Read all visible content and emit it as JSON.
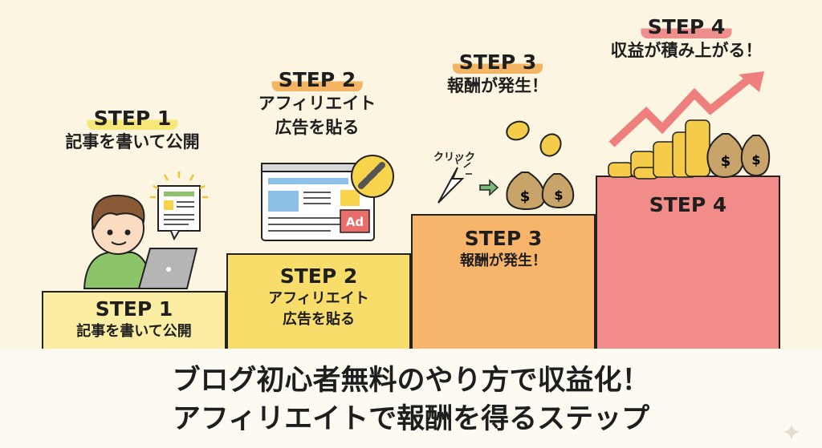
{
  "steps": [
    {
      "label": "STEP 1",
      "top_text": "記事を書いて公開",
      "block_lines": [
        "記事を書いて公開"
      ],
      "color": "#fbeea2",
      "highlight": "#f7e678"
    },
    {
      "label": "STEP 2",
      "top_lines": [
        "アフィリエイト",
        "広告を貼る"
      ],
      "block_lines": [
        "アフィリエイト",
        "広告を貼る"
      ],
      "color": "#f9dd6b",
      "highlight": "#f3b463",
      "ad_label": "Ad"
    },
    {
      "label": "STEP 3",
      "top_text": "報酬が発生！",
      "block_lines": [
        "報酬が発生！"
      ],
      "color": "#f7b56b",
      "highlight": "#f3b463",
      "click_label": "クリック"
    },
    {
      "label": "STEP 4",
      "top_text": "収益が積み上がる！",
      "color": "#f18c88",
      "highlight": "#ee8f8d"
    }
  ],
  "title": {
    "line1": "ブログ初心者無料のやり方で収益化！",
    "line2": "アフィリエイトで報酬を得るステップ"
  }
}
